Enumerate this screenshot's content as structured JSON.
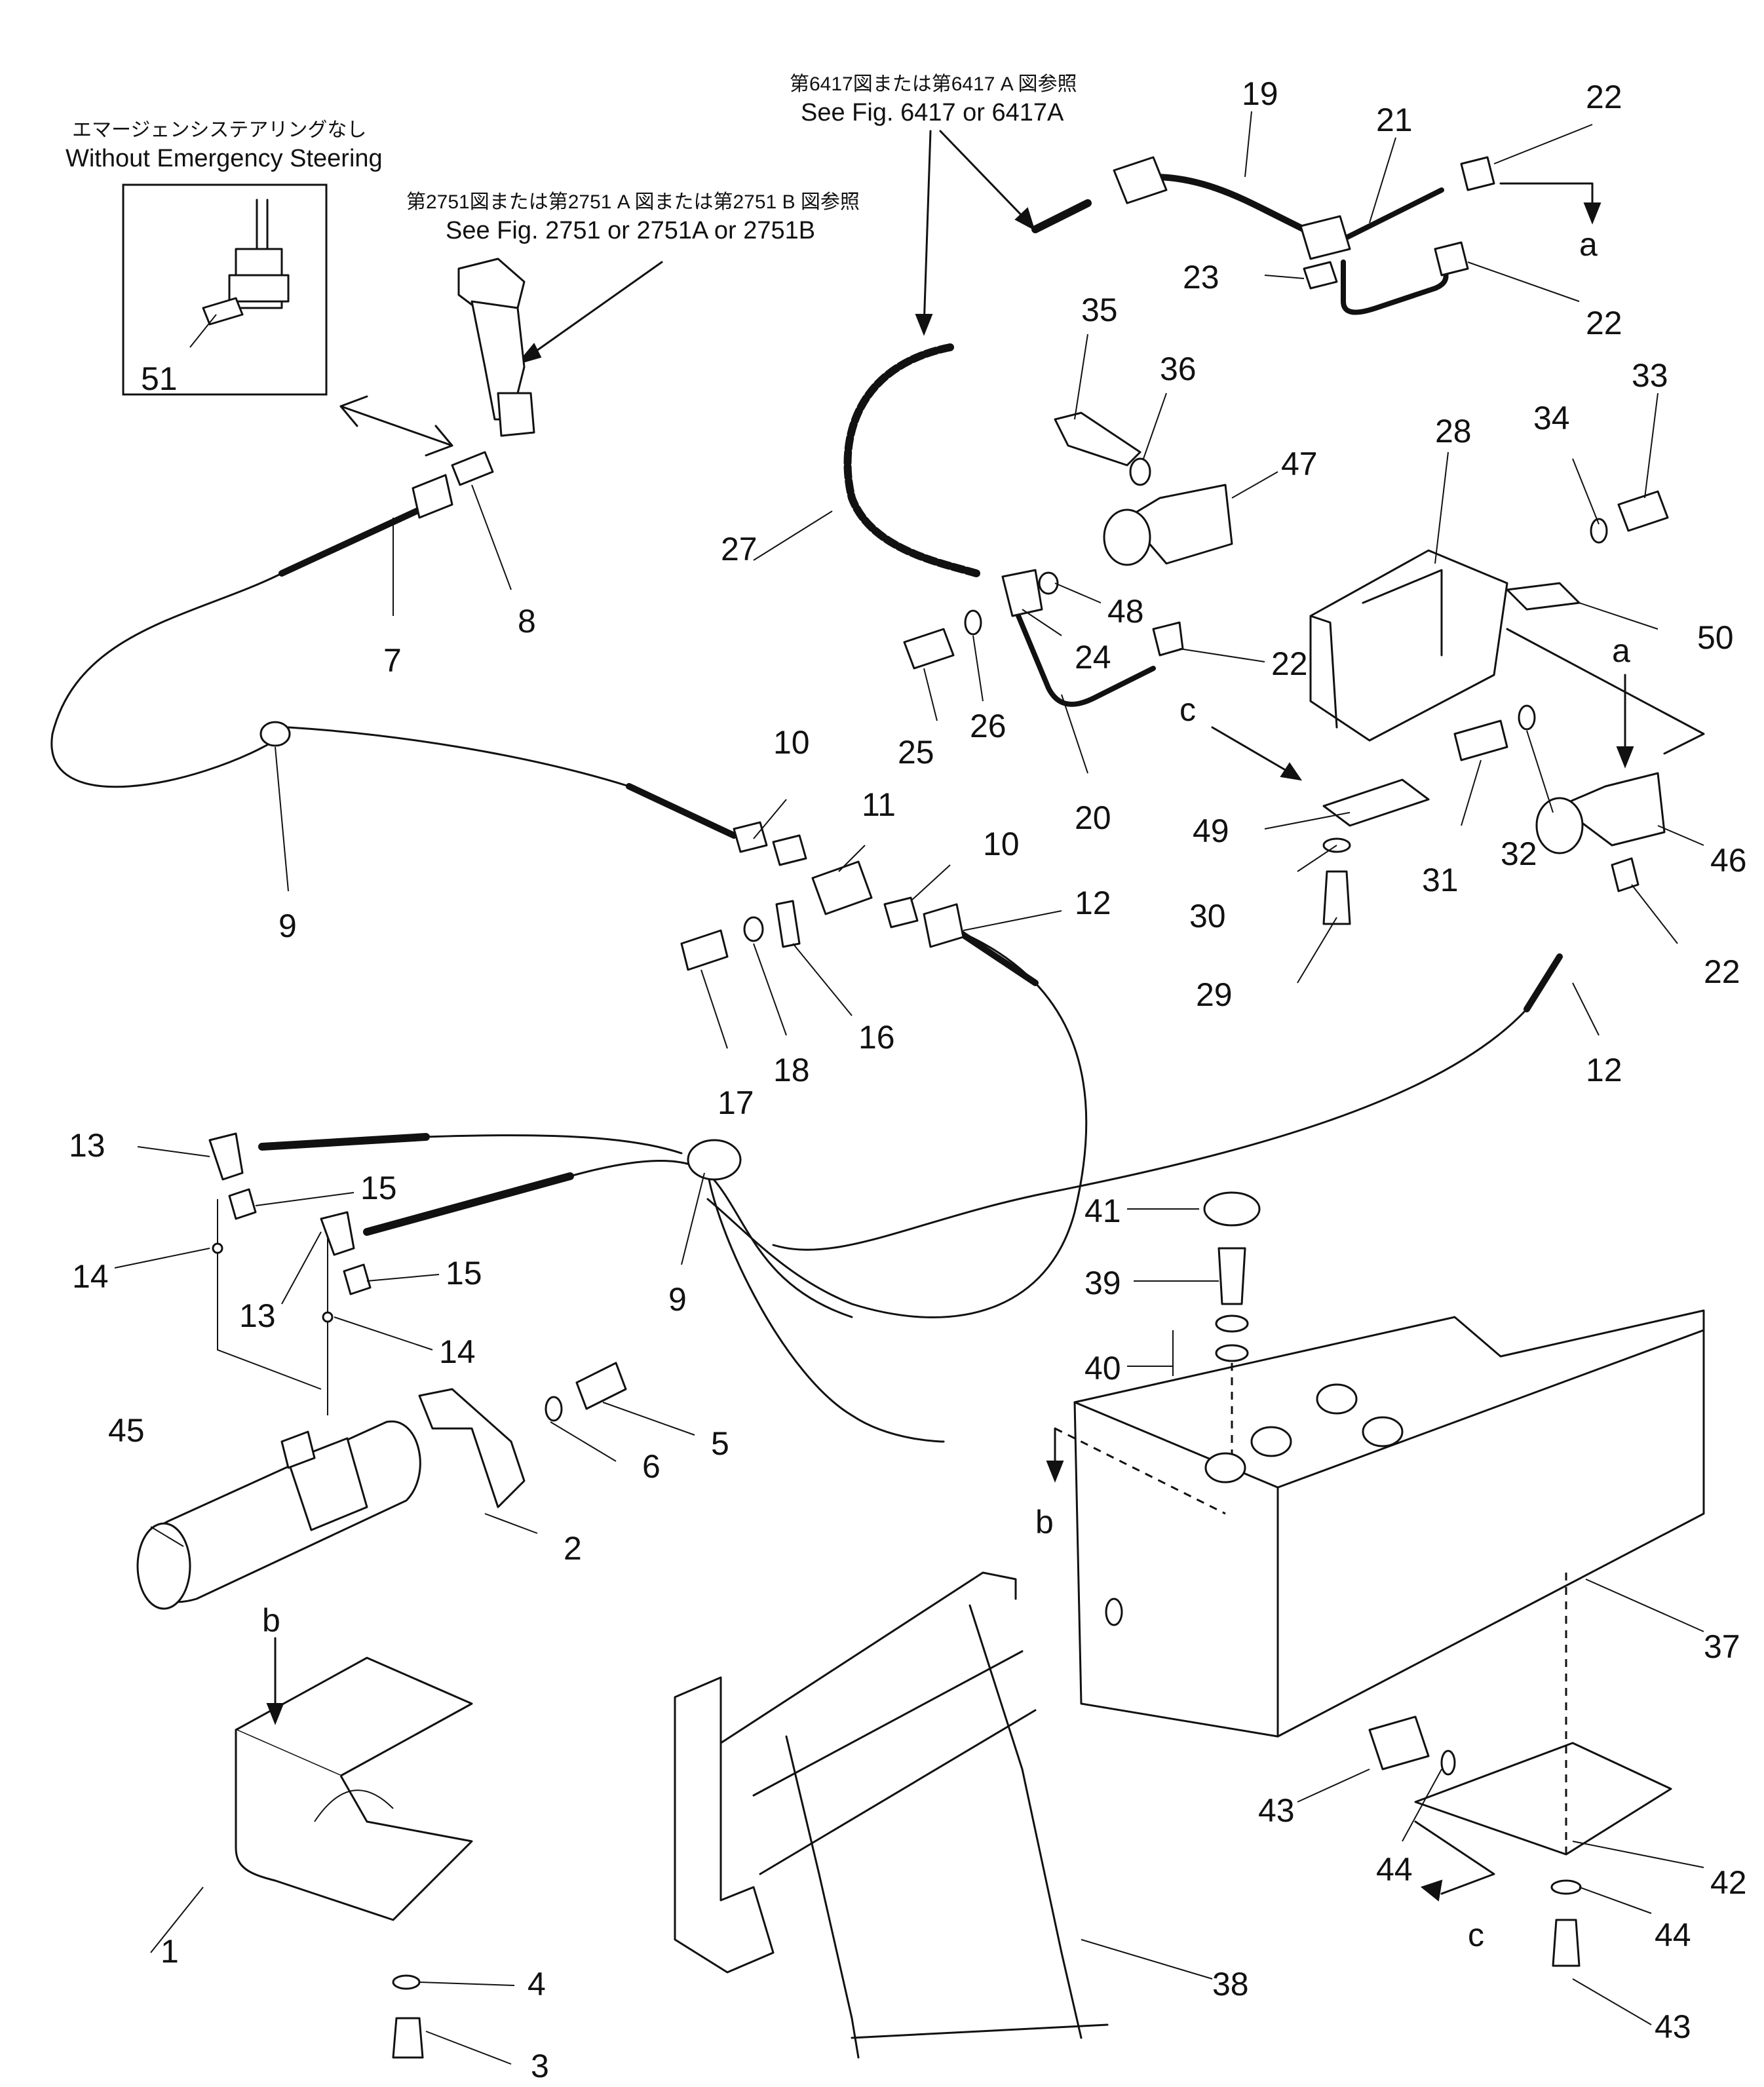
{
  "notes": {
    "without_es_jp": "エマージェンシステアリングなし",
    "without_es_en": "Without Emergency Steering",
    "fig2751_jp": "第2751図または第2751 A 図または第2751 B 図参照",
    "fig2751_en": "See Fig. 2751 or 2751A or 2751B",
    "fig6417_jp": "第6417図または第6417 A 図参照",
    "fig6417_en": "See Fig. 6417 or 6417A"
  },
  "refs": {
    "a1": "a",
    "a2": "a",
    "b1": "b",
    "b2": "b",
    "c1": "c",
    "c2": "c"
  },
  "callouts": [
    "1",
    "2",
    "3",
    "4",
    "5",
    "6",
    "7",
    "8",
    "9",
    "9",
    "10",
    "10",
    "11",
    "12",
    "12",
    "13",
    "13",
    "14",
    "14",
    "15",
    "15",
    "16",
    "17",
    "18",
    "19",
    "20",
    "21",
    "22",
    "22",
    "22",
    "22",
    "23",
    "24",
    "25",
    "26",
    "27",
    "28",
    "29",
    "30",
    "31",
    "32",
    "33",
    "34",
    "35",
    "36",
    "37",
    "38",
    "39",
    "40",
    "41",
    "42",
    "43",
    "43",
    "44",
    "44",
    "45",
    "46",
    "47",
    "48",
    "49",
    "50",
    "51"
  ]
}
